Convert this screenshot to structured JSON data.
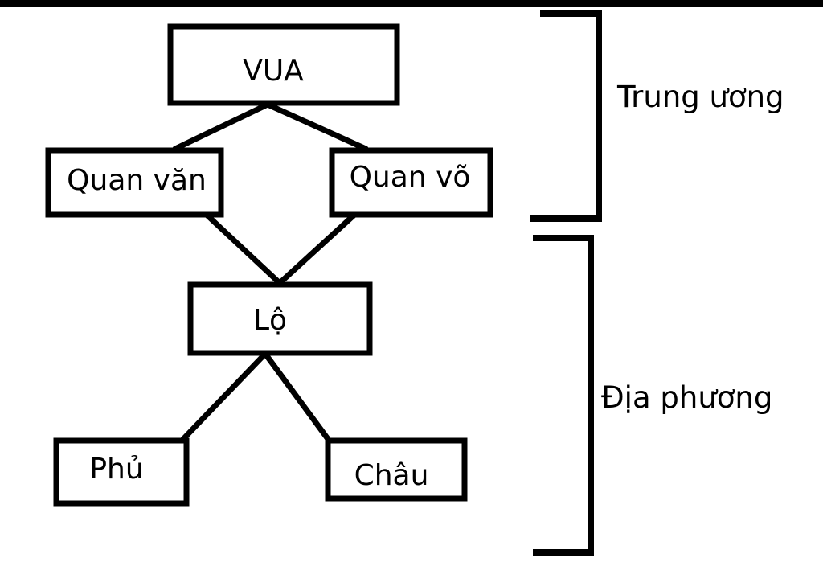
{
  "colors": {
    "stroke": "#000000",
    "background": "#ffffff"
  },
  "nodes": {
    "vua": "VUA",
    "quan_van": "Quan văn",
    "quan_vo": "Quan võ",
    "lo": "Lộ",
    "phu": "Phủ",
    "chau": "Châu"
  },
  "groups": {
    "central": "Trung ương",
    "local": "Địa phương"
  }
}
